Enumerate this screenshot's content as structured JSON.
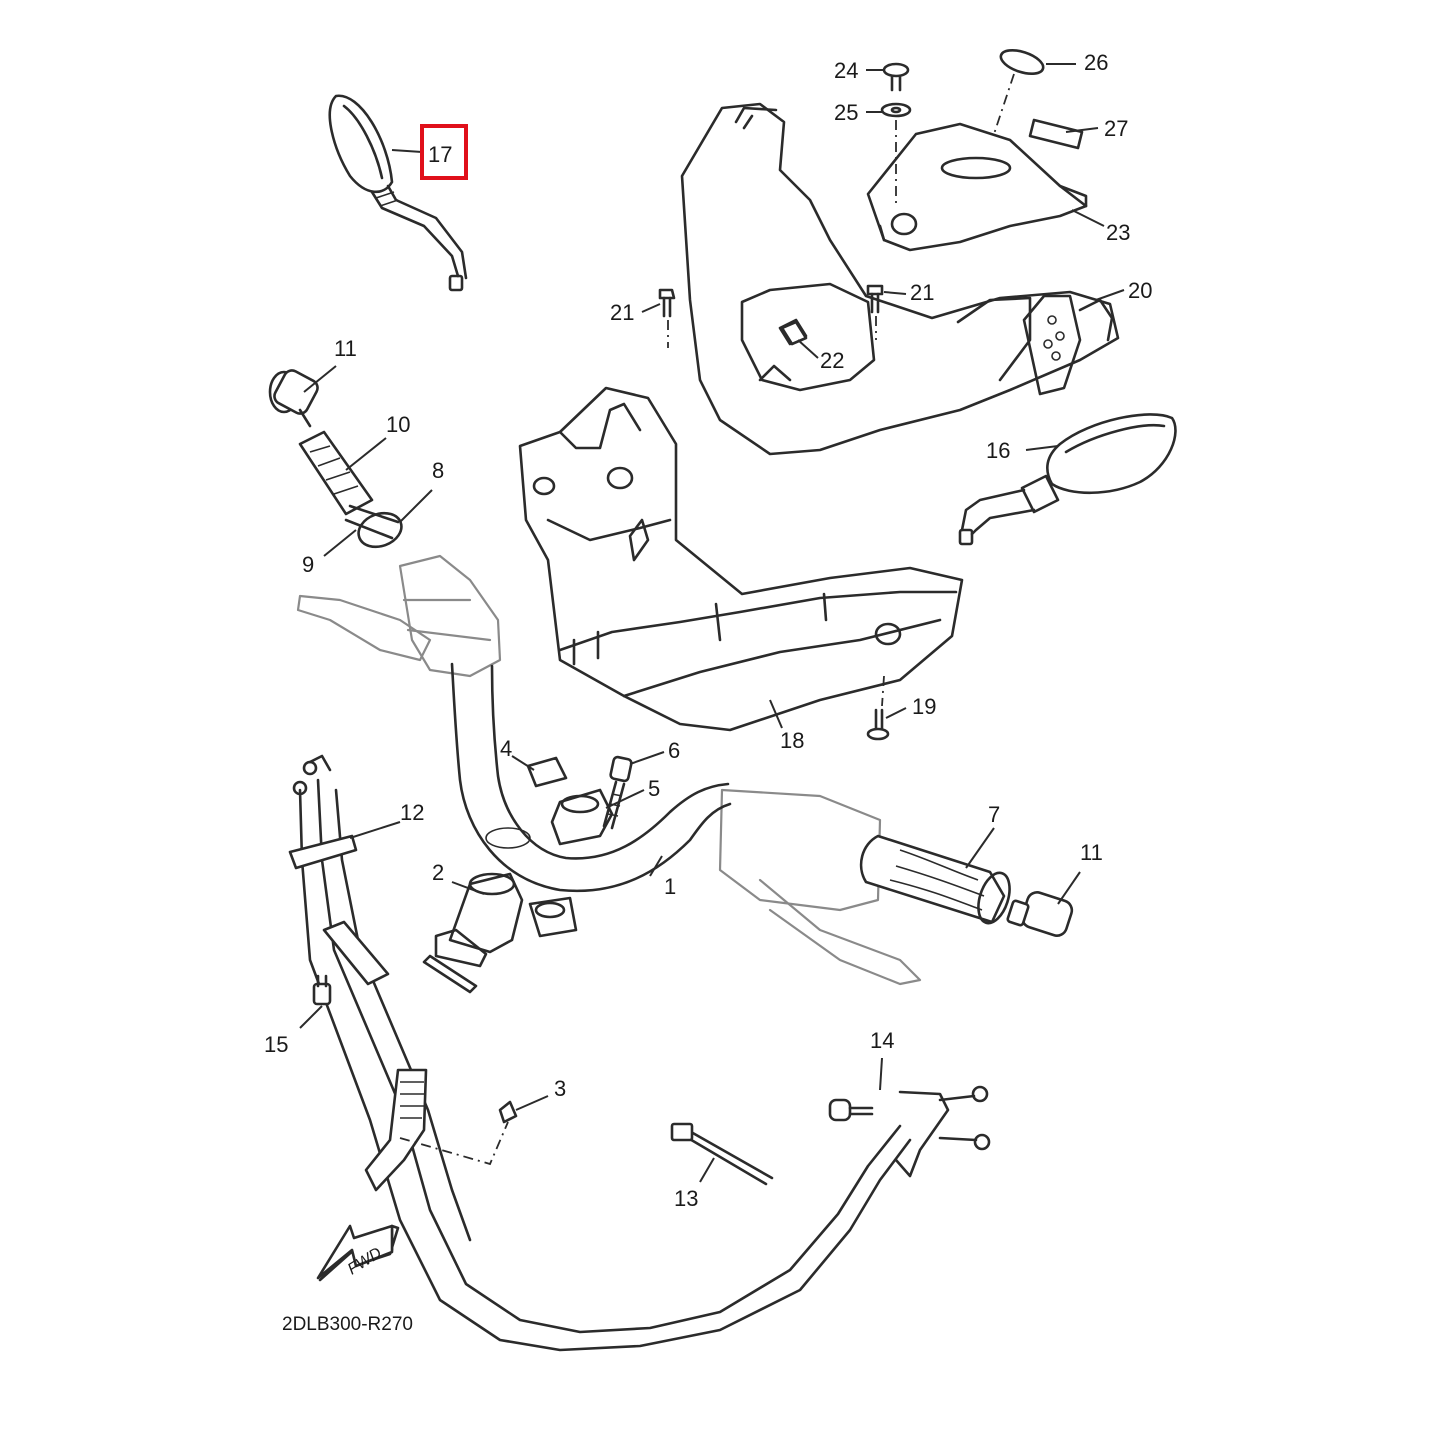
{
  "diagram": {
    "callouts": [
      {
        "id": "p1",
        "label": "1"
      },
      {
        "id": "p2",
        "label": "2"
      },
      {
        "id": "p3",
        "label": "3"
      },
      {
        "id": "p4",
        "label": "4"
      },
      {
        "id": "p5",
        "label": "5"
      },
      {
        "id": "p6",
        "label": "6"
      },
      {
        "id": "p7",
        "label": "7"
      },
      {
        "id": "p8",
        "label": "8"
      },
      {
        "id": "p9",
        "label": "9"
      },
      {
        "id": "p10",
        "label": "10"
      },
      {
        "id": "p11a",
        "label": "11"
      },
      {
        "id": "p11b",
        "label": "11"
      },
      {
        "id": "p12",
        "label": "12"
      },
      {
        "id": "p13",
        "label": "13"
      },
      {
        "id": "p14",
        "label": "14"
      },
      {
        "id": "p15",
        "label": "15"
      },
      {
        "id": "p16",
        "label": "16"
      },
      {
        "id": "p17",
        "label": "17",
        "highlighted": true
      },
      {
        "id": "p18",
        "label": "18"
      },
      {
        "id": "p19",
        "label": "19"
      },
      {
        "id": "p20",
        "label": "20"
      },
      {
        "id": "p21a",
        "label": "21"
      },
      {
        "id": "p21b",
        "label": "21"
      },
      {
        "id": "p22",
        "label": "22"
      },
      {
        "id": "p23",
        "label": "23"
      },
      {
        "id": "p24",
        "label": "24"
      },
      {
        "id": "p25",
        "label": "25"
      },
      {
        "id": "p26",
        "label": "26"
      },
      {
        "id": "p27",
        "label": "27"
      }
    ],
    "direction_label": "FWD",
    "diagram_code": "2DLB300-R270",
    "highlight_color": "#e0101a"
  }
}
